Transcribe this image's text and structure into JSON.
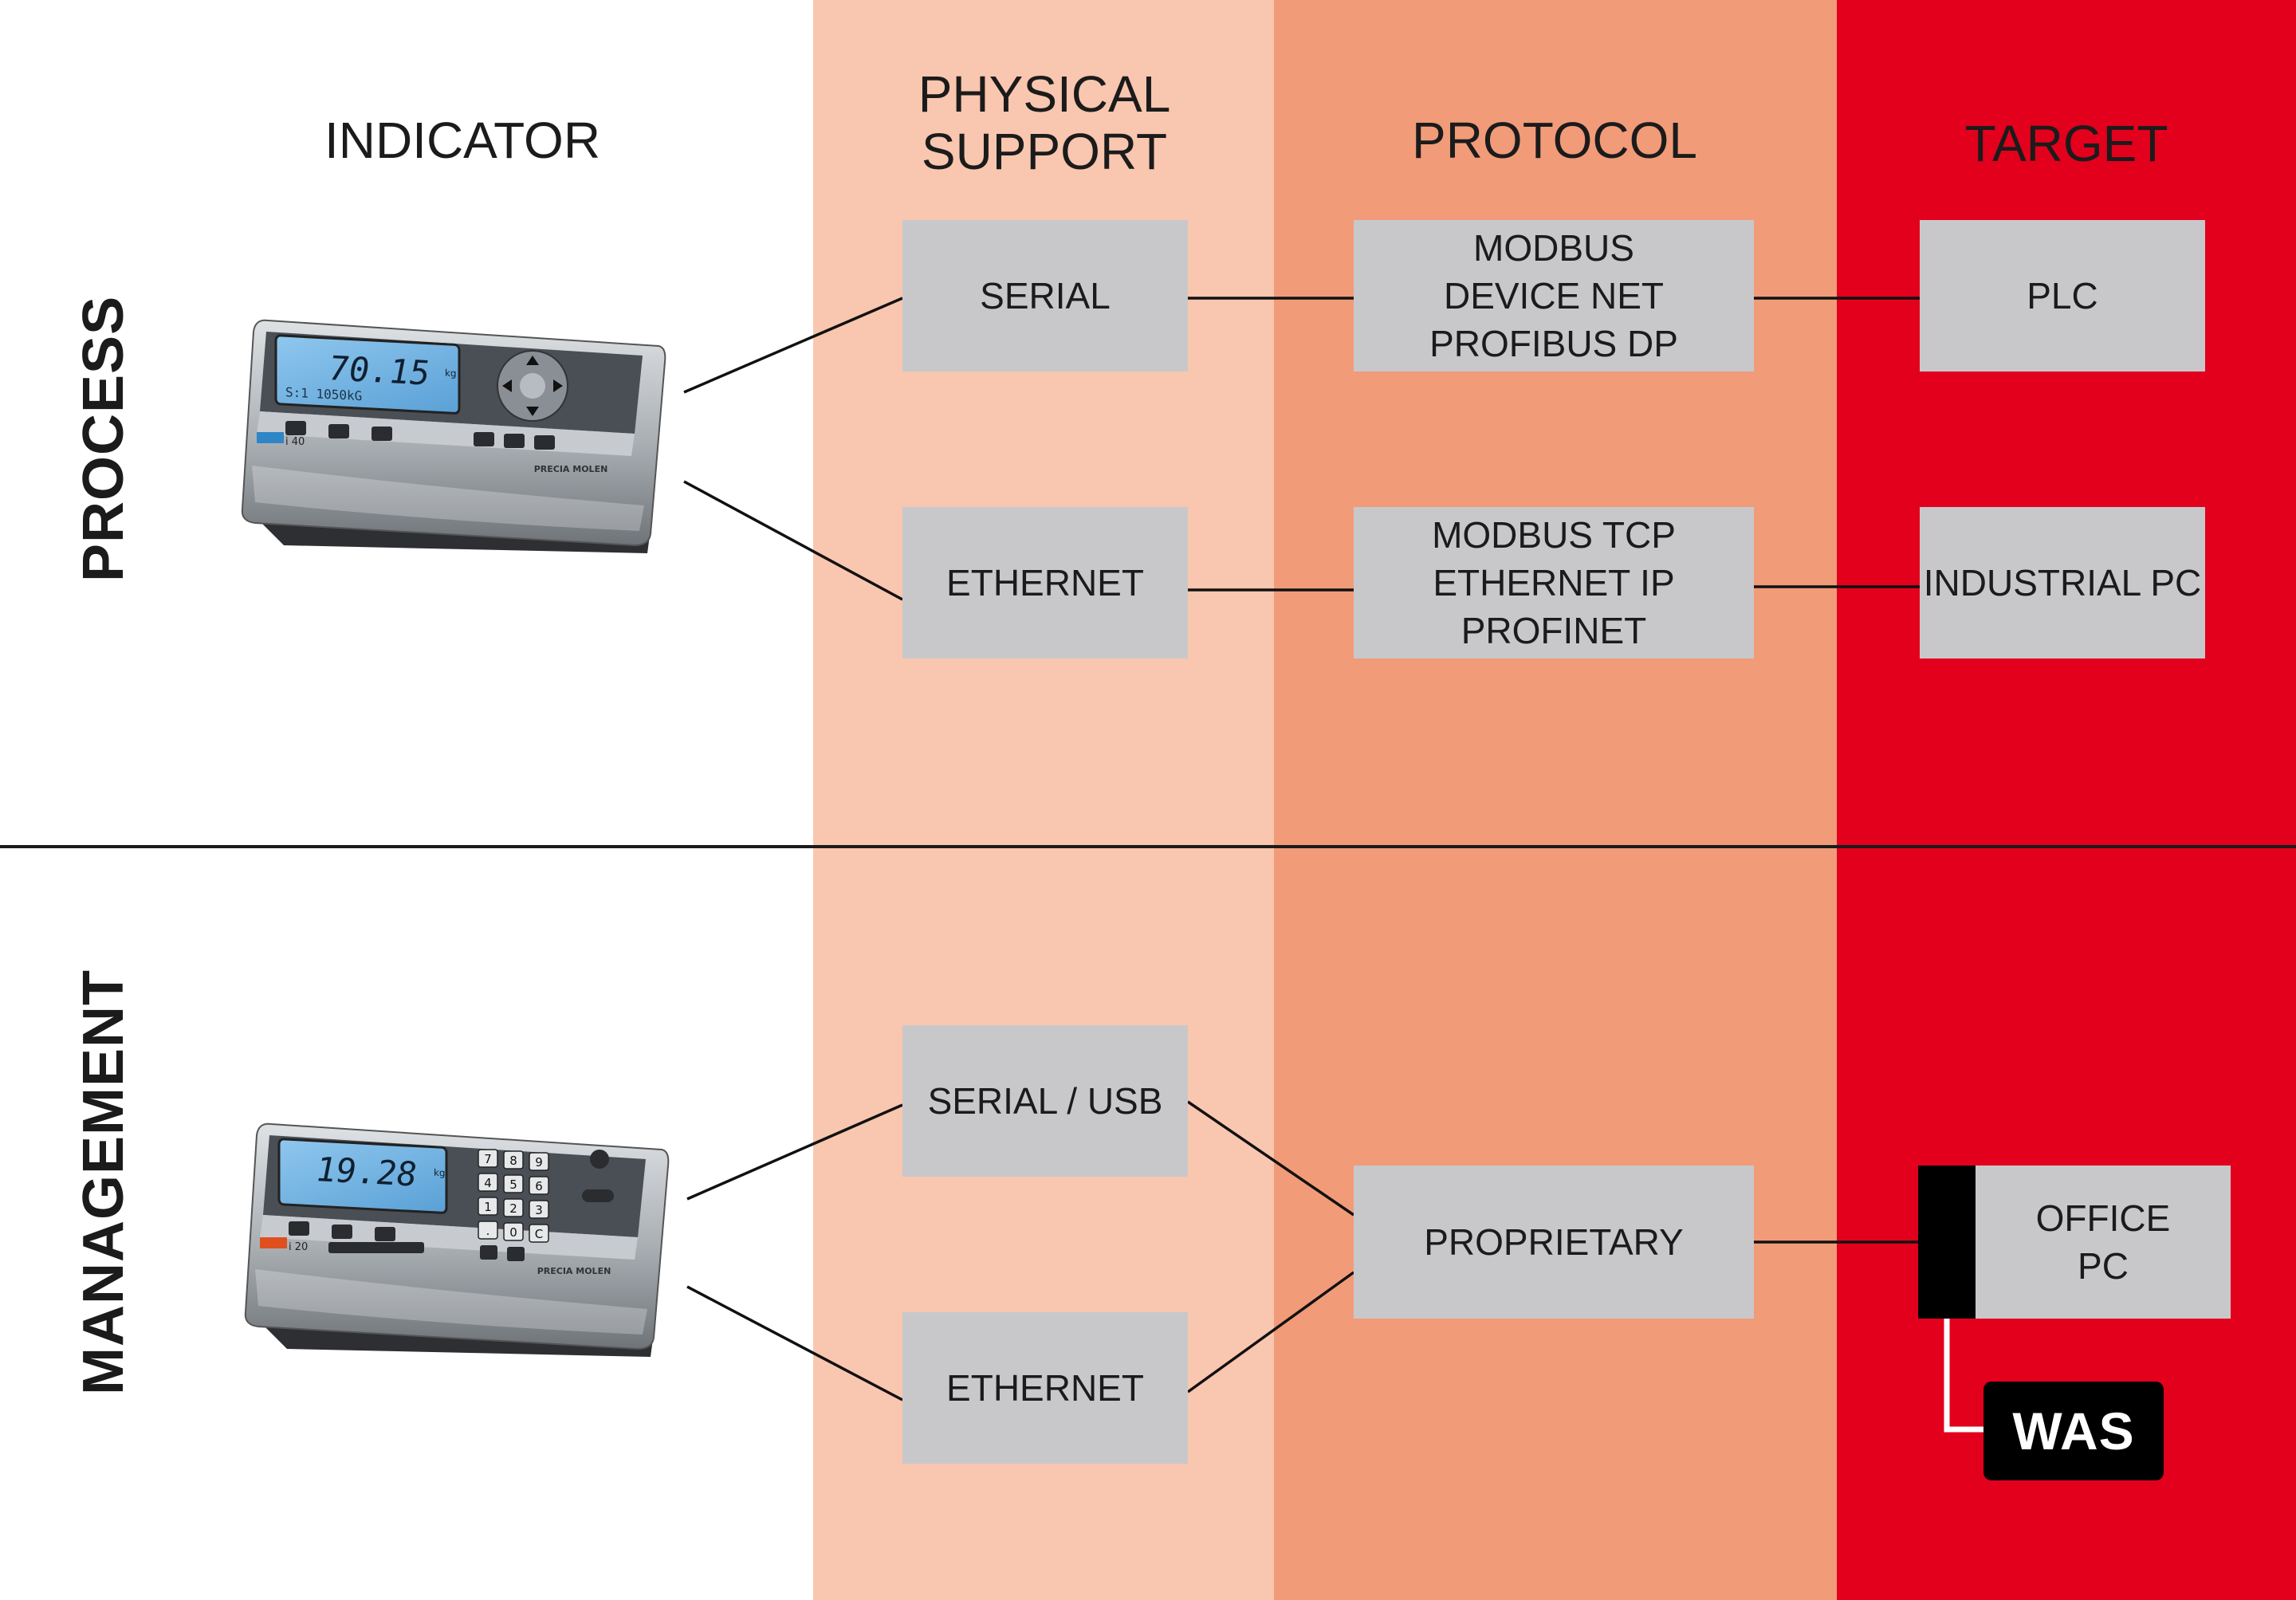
{
  "columns": {
    "indicator": "INDICATOR",
    "physical_support": "PHYSICAL\nSUPPORT",
    "protocol": "PROTOCOL",
    "target": "TARGET"
  },
  "rows": {
    "process": "PROCESS",
    "management": "MANAGEMENT"
  },
  "process": {
    "device": {
      "model": "i 40",
      "display_main": "70.15",
      "display_unit": "kg",
      "display_sub": "S:1   1050kG",
      "brand": "PRECIA MOLEN"
    },
    "physical": [
      "SERIAL",
      "ETHERNET"
    ],
    "protocols": [
      "MODBUS\nDEVICE NET\nPROFIBUS DP",
      "MODBUS TCP\nETHERNET IP\nPROFINET"
    ],
    "targets": [
      "PLC",
      "INDUSTRIAL PC"
    ]
  },
  "management": {
    "device": {
      "model": "i 20",
      "display_main": "19.28",
      "display_unit": "kg",
      "keypad": [
        "7",
        "8",
        "9",
        "4",
        "5",
        "6",
        "1",
        "2",
        "3",
        ".",
        "0",
        "C"
      ],
      "brand": "PRECIA MOLEN"
    },
    "physical": [
      "SERIAL / USB",
      "ETHERNET"
    ],
    "protocol": "PROPRIETARY",
    "target": "OFFICE\nPC",
    "badge": "WAS"
  },
  "colors": {
    "physical_bg": "#f9c6af",
    "protocol_bg": "#f19b79",
    "target_bg": "#e2001d",
    "box_bg": "#c8c8cb"
  }
}
